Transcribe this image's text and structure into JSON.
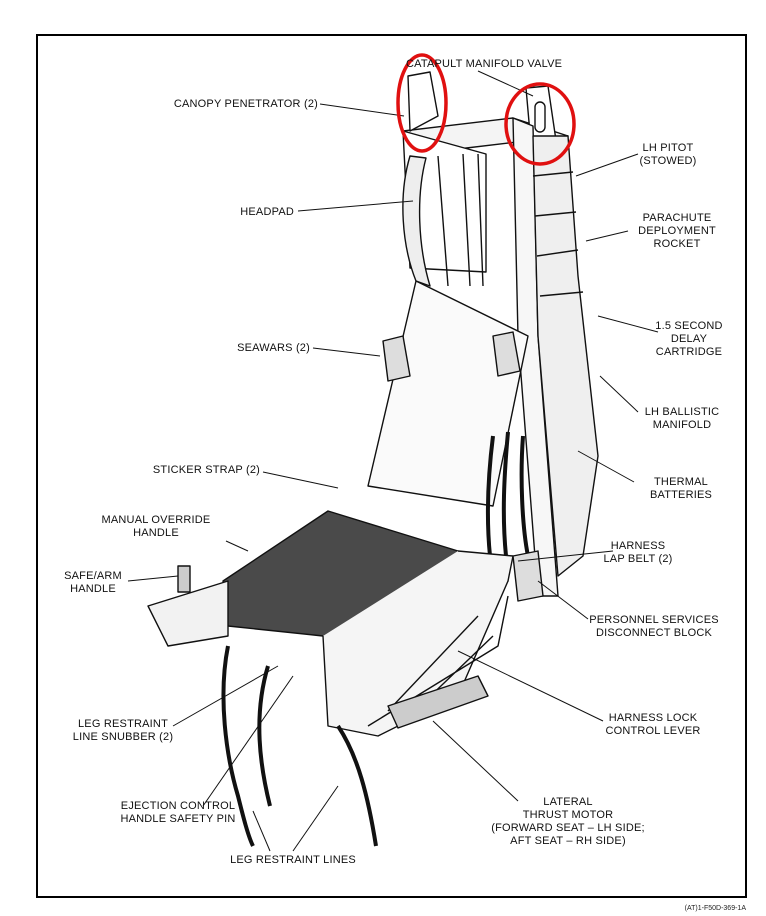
{
  "diagram": {
    "labels": {
      "catapult_manifold_valve": "CATAPULT MANIFOLD VALVE",
      "canopy_penetrator": "CANOPY PENETRATOR (2)",
      "lh_pitot": "LH PITOT\n(STOWED)",
      "headpad": "HEADPAD",
      "parachute_deployment_rocket": "PARACHUTE\nDEPLOYMENT\nROCKET",
      "delay_cartridge": "1.5 SECOND\nDELAY\nCARTRIDGE",
      "seawars": "SEAWARS (2)",
      "lh_ballistic_manifold": "LH BALLISTIC\nMANIFOLD",
      "thermal_batteries": "THERMAL\nBATTERIES",
      "sticker_strap": "STICKER STRAP (2)",
      "manual_override_handle": "MANUAL OVERRIDE\nHANDLE",
      "harness_lap_belt": "HARNESS\nLAP BELT (2)",
      "safe_arm_handle": "SAFE/ARM\nHANDLE",
      "personnel_services_disconnect_block": "PERSONNEL SERVICES\nDISCONNECT BLOCK",
      "leg_restraint_line_snubber": "LEG RESTRAINT\nLINE SNUBBER (2)",
      "harness_lock_control_lever": "HARNESS LOCK\nCONTROL LEVER",
      "ejection_control_handle_safety_pin": "EJECTION CONTROL\nHANDLE SAFETY PIN",
      "lateral_thrust_motor": "LATERAL\nTHRUST MOTOR\n(FORWARD SEAT – LH SIDE;\nAFT SEAT – RH SIDE)",
      "leg_restraint_lines": "LEG RESTRAINT LINES"
    },
    "figure_id": "(AT)1-F50D-369-1A",
    "colors": {
      "line": "#111111",
      "cushion": "#4a4a4a",
      "highlight": "#e01010"
    }
  }
}
